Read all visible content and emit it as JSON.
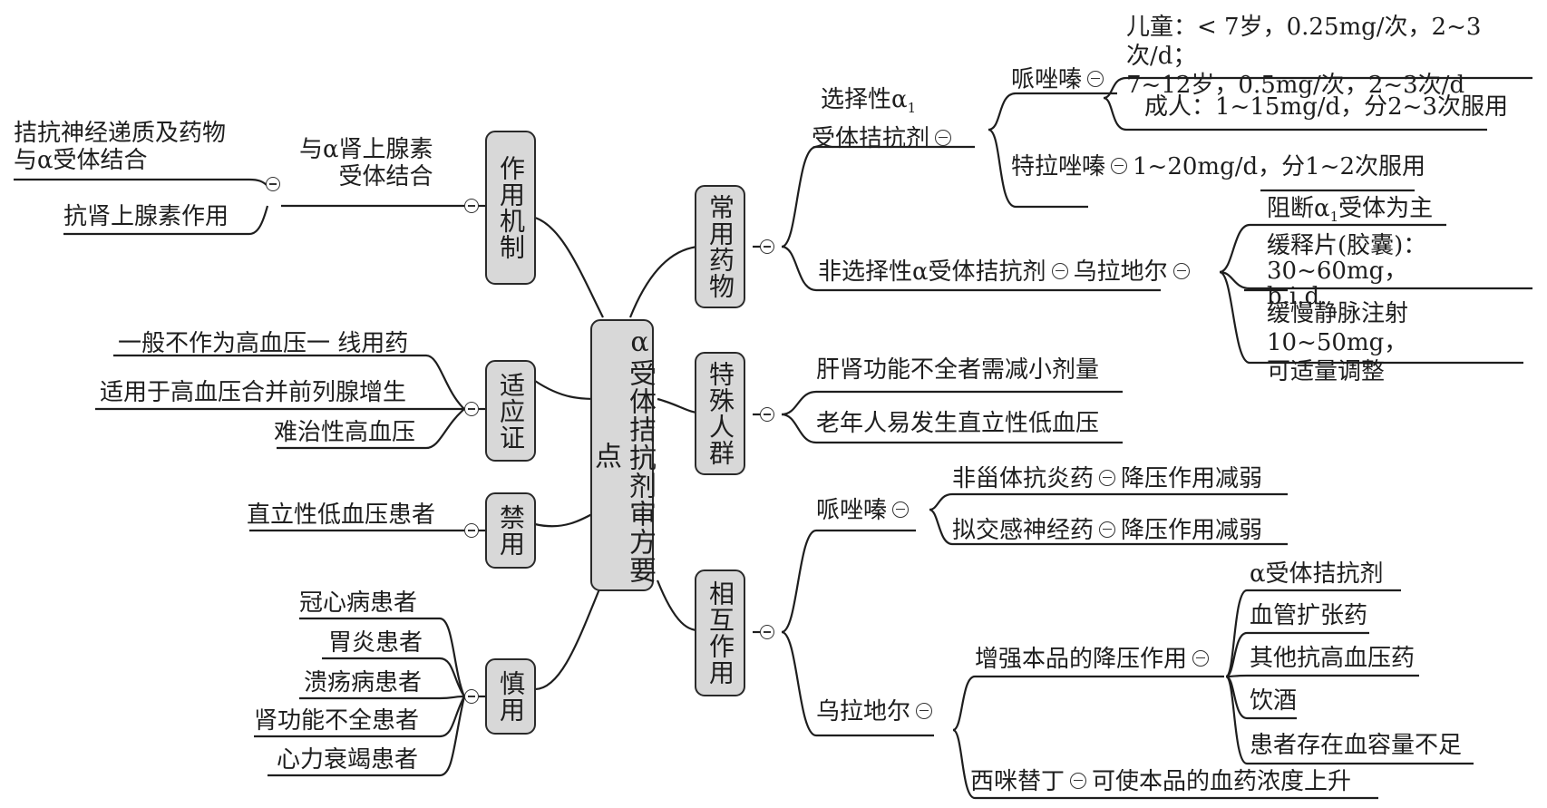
{
  "center": "α受体拮抗剂审方要点",
  "left": {
    "mechanism": {
      "title": "作用机制",
      "sub": "与α肾上腺素\n受体结合",
      "items": [
        "拮抗神经递质及药物\n与α受体结合",
        "抗肾上腺素作用"
      ]
    },
    "indication": {
      "title": "适应证",
      "items": [
        "一般不作为高血压一 线用药",
        "适用于高血压合并前列腺增生",
        "难治性高血压"
      ]
    },
    "contra": {
      "title": "禁用",
      "items": [
        "直立性低血压患者"
      ]
    },
    "caution": {
      "title": "慎用",
      "items": [
        "冠心病患者",
        "胃炎患者",
        "溃疡病患者",
        "肾功能不全患者",
        "心力衰竭患者"
      ]
    }
  },
  "right": {
    "drugs": {
      "title": "常用药物",
      "selective": {
        "label1": "选择性α",
        "sub": "1",
        "label2": "受体拮抗剂",
        "prazosin": {
          "label": "哌唑嗪",
          "child": "儿童：< 7岁，0.25mg/次，2~3次/d；\n7~12岁，0.5mg/次，2~3次/d",
          "adult": "成人：1~15mg/d，分2~3次服用"
        },
        "terazosin": {
          "label": "特拉唑嗪",
          "dose": "1~20mg/d，分1~2次服用"
        }
      },
      "nonselective": {
        "label": "非选择性α受体拮抗剂",
        "drug": "乌拉地尔",
        "items": [
          {
            "pre": "阻断α",
            "sub": "1",
            "post": "受体为主"
          },
          {
            "text": "缓释片(胶囊)：30~60mg，\nb.i.d."
          },
          {
            "text": "缓慢静脉注射10~50mg，\n可适量调整"
          }
        ]
      }
    },
    "special": {
      "title": "特殊人群",
      "items": [
        "肝肾功能不全者需减小剂量",
        "老年人易发生直立性低血压"
      ]
    },
    "interaction": {
      "title": "相互作用",
      "prazosin": {
        "label": "哌唑嗪",
        "items": [
          {
            "drug": "非甾体抗炎药",
            "effect": "降压作用减弱"
          },
          {
            "drug": "拟交感神经药",
            "effect": "降压作用减弱"
          }
        ]
      },
      "urapidil": {
        "label": "乌拉地尔",
        "enhance": {
          "label": "增强本品的降压作用",
          "items": [
            "α受体拮抗剂",
            "血管扩张药",
            "其他抗高血压药",
            "饮酒",
            "患者存在血容量不足"
          ]
        },
        "cimetidine": {
          "drug": "西咪替丁",
          "effect": "可使本品的血药浓度上升"
        }
      }
    }
  }
}
